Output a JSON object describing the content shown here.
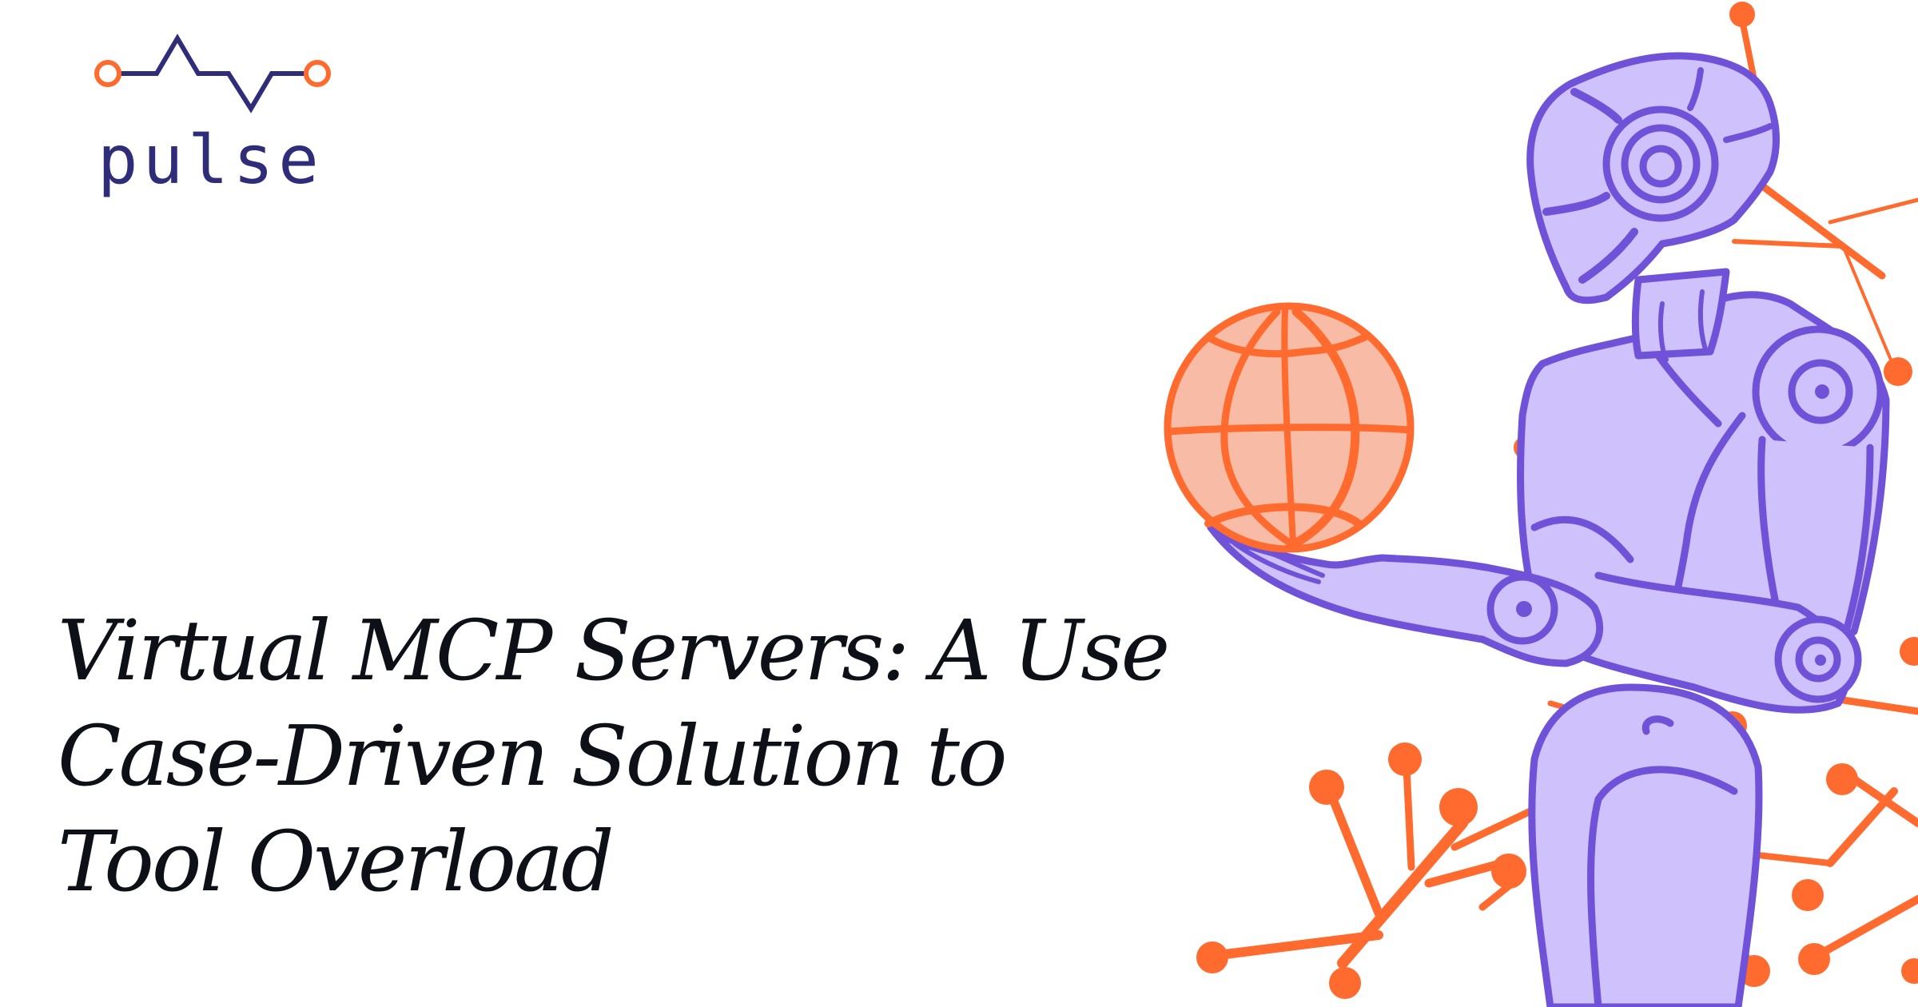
{
  "brand": {
    "name": "pulse",
    "logo_icon": "pulse-wave-icon",
    "colors": {
      "wordmark": "#2F2C7A",
      "wave": "#2F2C7A",
      "nodes": "#FF6A2E"
    }
  },
  "article": {
    "title_lines": [
      "Virtual MCP Servers: A Use",
      "Case-Driven Solution to",
      "Tool Overload"
    ],
    "title": "Virtual MCP Servers: A Use Case-Driven Solution to Tool Overload"
  },
  "illustration": {
    "subject": "robot-holding-globe",
    "elements": [
      "robot-icon",
      "globe-icon",
      "branch-nodes"
    ],
    "colors": {
      "robot_fill": "#CFC2FC",
      "robot_stroke": "#6F52D8",
      "globe_fill": "#F8BBA5",
      "accent_orange": "#FF6A2E",
      "background": "#FFFFFF",
      "title_text": "#0D1117"
    }
  }
}
